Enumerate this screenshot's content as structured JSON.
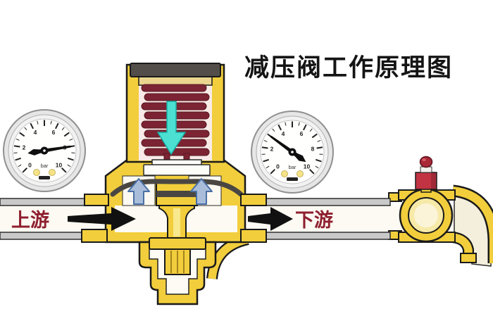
{
  "title": "减压阀工作原理图",
  "pipe_labels": {
    "upstream": "上游",
    "downstream": "下游"
  },
  "gauges": [
    {
      "id": "upstream-gauge",
      "unit": "bar",
      "min": 0,
      "max": 10,
      "value": 8,
      "scale": [
        "0",
        "2",
        "4",
        "6",
        "8",
        "10"
      ]
    },
    {
      "id": "downstream-gauge",
      "unit": "bar",
      "min": 0,
      "max": 10,
      "value": 3,
      "scale": [
        "0",
        "2",
        "4",
        "6",
        "8",
        "10"
      ]
    }
  ],
  "icons": {
    "flow_arrow": "right-arrow",
    "spring_force_arrow": "down-arrow",
    "pressure_feedback_arrow": "up-arrow"
  },
  "colors": {
    "brass": "#F2CE3C",
    "brass_dark": "#D8AE2A",
    "outline": "#1A1A1A",
    "pipe_wall": "#C9C9C9",
    "pipe_interior": "#FCFAF2",
    "spring": "#7C2433",
    "spring_chamber": "#F8EBE7",
    "cap": "#534E49",
    "diaphragm": "#4A4743",
    "cyan_arrow": "#4BE0D2",
    "blue_arrow": "#A9BDDA",
    "handle_red": "#C23343",
    "label_red": "#8E1F2F",
    "title": "#141414"
  }
}
